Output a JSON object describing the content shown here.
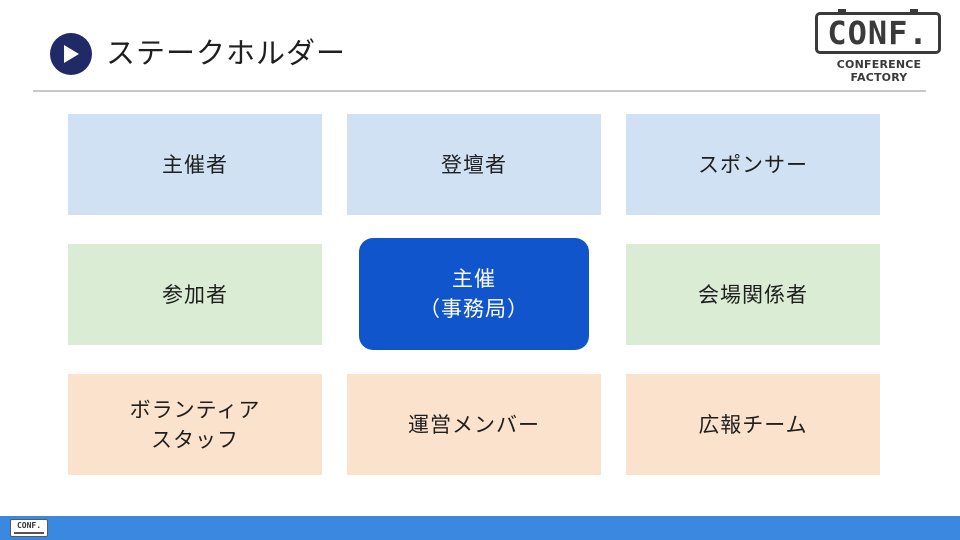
{
  "header": {
    "title": "ステークホルダー",
    "title_icon": "play-circle-icon"
  },
  "logo": {
    "word": "CONF.",
    "subtitle": "CONFERENCE FACTORY"
  },
  "footer": {
    "logo_word": "CONF."
  },
  "tiles": [
    {
      "label": "主催者",
      "color": "#cfe1f3"
    },
    {
      "label": "登壇者",
      "color": "#cfe1f3"
    },
    {
      "label": "スポンサー",
      "color": "#cfe1f3"
    },
    {
      "label": "参加者",
      "color": "#dbecd4"
    },
    {
      "label": "主催\n（事務局）",
      "color": "#1155cc"
    },
    {
      "label": "会場関係者",
      "color": "#dbecd4"
    },
    {
      "label": "ボランティア\nスタッフ",
      "color": "#fbe2cc"
    },
    {
      "label": "運営メンバー",
      "color": "#fbe2cc"
    },
    {
      "label": "広報チーム",
      "color": "#fbe2cc"
    }
  ],
  "colors": {
    "accent": "#1155cc",
    "icon": "#1f2a66",
    "footer": "#3a88e0"
  }
}
